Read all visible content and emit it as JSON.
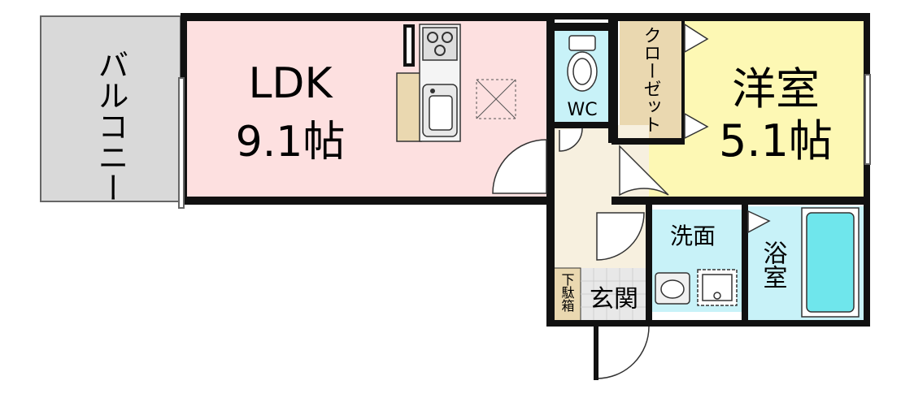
{
  "rooms": {
    "balcony": {
      "label": "バルコニー",
      "color": "#d9d9d9"
    },
    "ldk": {
      "name": "LDK",
      "size": "9.1帖",
      "color": "#fde0e0"
    },
    "wc": {
      "label": "WC",
      "color": "#c8f2f8"
    },
    "closet": {
      "label": "クローゼット",
      "color": "#ead8b0"
    },
    "western": {
      "name": "洋室",
      "size": "5.1帖",
      "color": "#fdf8b4"
    },
    "washroom": {
      "label": "洗面",
      "color": "#c8f2f8"
    },
    "bath": {
      "label": "浴室",
      "color": "#c8f2f8"
    },
    "entrance": {
      "label": "玄関",
      "color": "#e8e8e8"
    },
    "shoebox": {
      "label": "下駄箱",
      "color": "#ead8b0"
    },
    "hall": {
      "color": "#f7f0df"
    }
  },
  "icons": [
    "stove-icon",
    "sink-icon",
    "toilet-icon",
    "washbasin-icon",
    "washer-pan-icon",
    "bathtub-icon",
    "door-swing-icon",
    "void-icon"
  ]
}
